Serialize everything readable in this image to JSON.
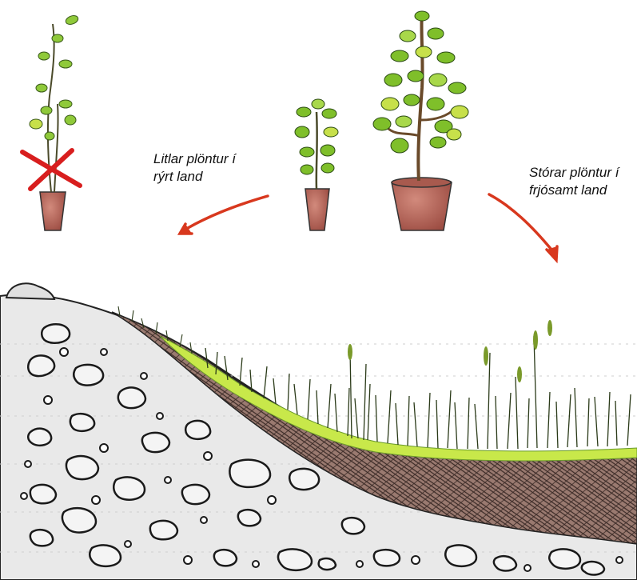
{
  "labels": {
    "poor_land": {
      "line1": "Litlar plöntur í",
      "line2": "rýrt land"
    },
    "fertile_land": {
      "line1": "Stórar plöntur í",
      "line2": "frjósamt land"
    }
  },
  "colors": {
    "arrow": "#d8381e",
    "cross": "#d81e1e",
    "leaf": "#7fbf2a",
    "leaf_light": "#c7e04a",
    "pot": "#b5655a",
    "soil": "#8a6a5e",
    "grass": "#6aa82a",
    "stone_outline": "#1a1a1a"
  },
  "icons": [
    "seedling-in-small-pot",
    "medium-seedling",
    "large-potted-tree",
    "red-cross"
  ]
}
